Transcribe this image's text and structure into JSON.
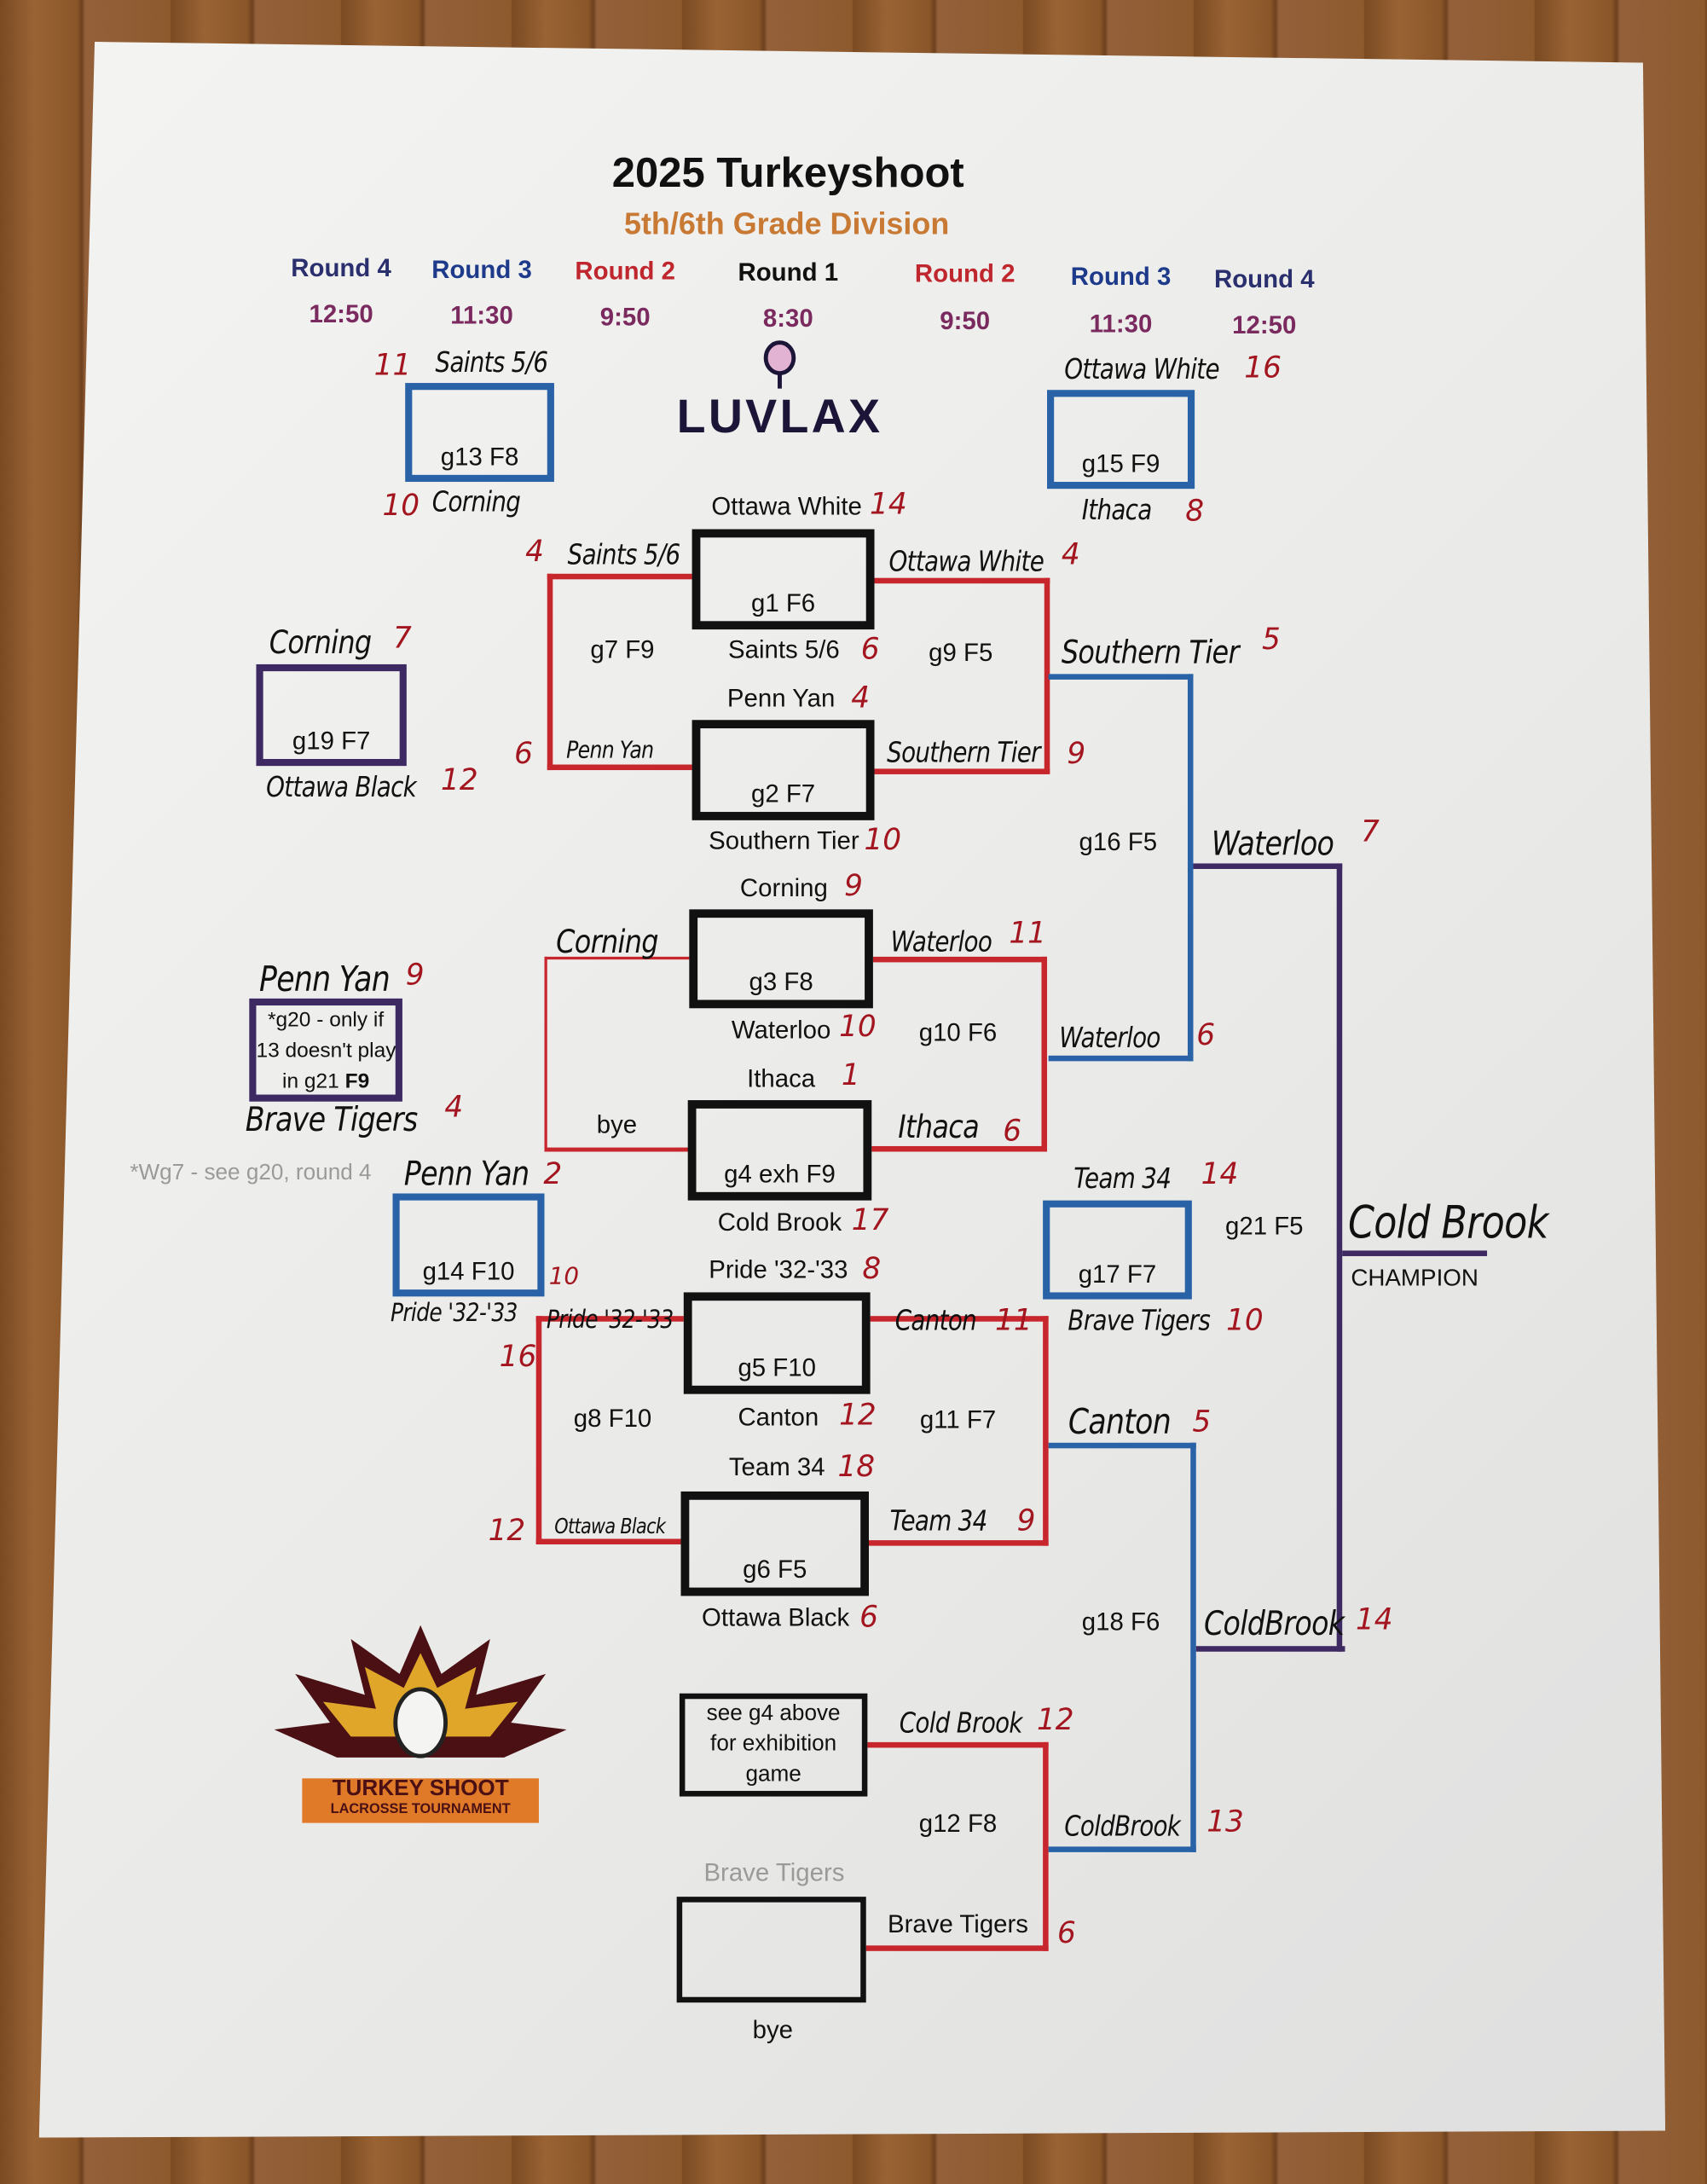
{
  "header": {
    "title": "2025 Turkeyshoot",
    "subtitle": "5th/6th Grade Division"
  },
  "rounds": [
    {
      "label": "Round 4",
      "time": "12:50"
    },
    {
      "label": "Round 3",
      "time": "11:30"
    },
    {
      "label": "Round 2",
      "time": "9:50"
    },
    {
      "label": "Round 1",
      "time": "8:30"
    },
    {
      "label": "Round 2",
      "time": "9:50"
    },
    {
      "label": "Round 3",
      "time": "11:30"
    },
    {
      "label": "Round 4",
      "time": "12:50"
    }
  ],
  "colors": {
    "title_orange": "#c87a35",
    "navy": "#1e3a8a",
    "red": "#c0262d",
    "purple_time": "#7a2a5e",
    "score_red": "#a3151f"
  },
  "logos": {
    "luvlax": "LUVLAX",
    "turkey_line1": "TURKEY SHOOT",
    "turkey_line2": "LACROSSE TOURNAMENT"
  },
  "games": {
    "g1": "g1 F6",
    "g2": "g2 F7",
    "g3": "g3 F8",
    "g4": "g4 exh F9",
    "g5": "g5 F10",
    "g6": "g6 F5",
    "g7": "g7 F9",
    "g8": "g8 F10",
    "g9": "g9 F5",
    "g10": "g10 F6",
    "g11": "g11 F7",
    "g12": "g12 F8",
    "g13": "g13 F8",
    "g14": "g14 F10",
    "g15": "g15 F9",
    "g16": "g16 F5",
    "g17": "g17 F7",
    "g18": "g18 F6",
    "g19": "g19 F7",
    "g20_line1": "*g20 - only if",
    "g20_line2": "13 doesn't play",
    "g20_line3": "in g21",
    "g20_field": "F9",
    "g21": "g21 F5",
    "champion": "CHAMPION",
    "see_g4": "see g4 above for exhibition game",
    "note": "*Wg7 - see g20, round 4"
  },
  "round1": [
    {
      "team": "Ottawa White",
      "score": "14"
    },
    {
      "team": "Saints 5/6",
      "score": "6"
    },
    {
      "team": "Penn Yan",
      "score": "4"
    },
    {
      "team": "Southern Tier",
      "score": "10"
    },
    {
      "team": "Corning",
      "score": "9"
    },
    {
      "team": "Waterloo",
      "score": "10"
    },
    {
      "team": "Ithaca",
      "score": "1"
    },
    {
      "team": "Cold Brook",
      "score": "17"
    },
    {
      "team": "Pride '32-'33",
      "score": "8"
    },
    {
      "team": "Canton",
      "score": "12"
    },
    {
      "team": "Team 34",
      "score": "18"
    },
    {
      "team": "Ottawa Black",
      "score": "6"
    },
    {
      "team": "Brave Tigers"
    },
    {
      "team": "bye"
    },
    {
      "team": "bye"
    },
    {
      "team": "Brave Tigers",
      "score": "6"
    }
  ],
  "handwritten": {
    "g13_top": {
      "team": "Saints 5/6",
      "score": "11"
    },
    "g13_bot": {
      "team": "Corning",
      "score": "10"
    },
    "g15_top": {
      "team": "Ottawa White",
      "score": "16"
    },
    "g15_bot": {
      "team": "Ithaca",
      "score": "8"
    },
    "g7_top": {
      "team": "Saints 5/6",
      "score": "4"
    },
    "g7_bot": {
      "team": "Penn Yan",
      "score": "6"
    },
    "g9_top": {
      "team": "Ottawa White",
      "score": "4"
    },
    "g9_bot": {
      "team": "Southern Tier",
      "score": "9"
    },
    "g16_top": {
      "team": "Southern Tier",
      "score": "5"
    },
    "g16_bot": {
      "team": "Waterloo",
      "score": "6"
    },
    "g19_top": {
      "team": "Corning",
      "score": "7"
    },
    "g19_bot": {
      "team": "Ottawa Black",
      "score": "12"
    },
    "g21_top": {
      "team": "Waterloo",
      "score": "7"
    },
    "g21_bot": {
      "team": "ColdBrook",
      "score": "14"
    },
    "g3_left": {
      "team": "Corning"
    },
    "g10_top": {
      "team": "Waterloo",
      "score": "11"
    },
    "g10_bot": {
      "team": "Ithaca",
      "score": "6"
    },
    "g20_top": {
      "team": "Penn Yan",
      "score": "9"
    },
    "g20_bot": {
      "team": "Brave Tigers",
      "score": "4"
    },
    "g14_top": {
      "team": "Penn Yan",
      "score": "2"
    },
    "g14_bot": {
      "team": "Pride '32-'33",
      "score": "10"
    },
    "g17_top": {
      "team": "Team 34",
      "score": "14"
    },
    "g17_bot": {
      "team": "Brave Tigers",
      "score": "10"
    },
    "champion": {
      "team": "Cold Brook"
    },
    "g8_top": {
      "team": "Pride '32-'33",
      "score": "16"
    },
    "g8_bot": {
      "team": "Ottawa Black",
      "score": "12"
    },
    "g11_top": {
      "team": "Canton",
      "score": "11"
    },
    "g11_bot": {
      "team": "Team 34",
      "score": "9"
    },
    "g18_top": {
      "team": "Canton",
      "score": "5"
    },
    "g18_bot": {
      "team": "ColdBrook",
      "score": "13"
    },
    "g12_top": {
      "team": "Cold Brook",
      "score": "12"
    }
  }
}
